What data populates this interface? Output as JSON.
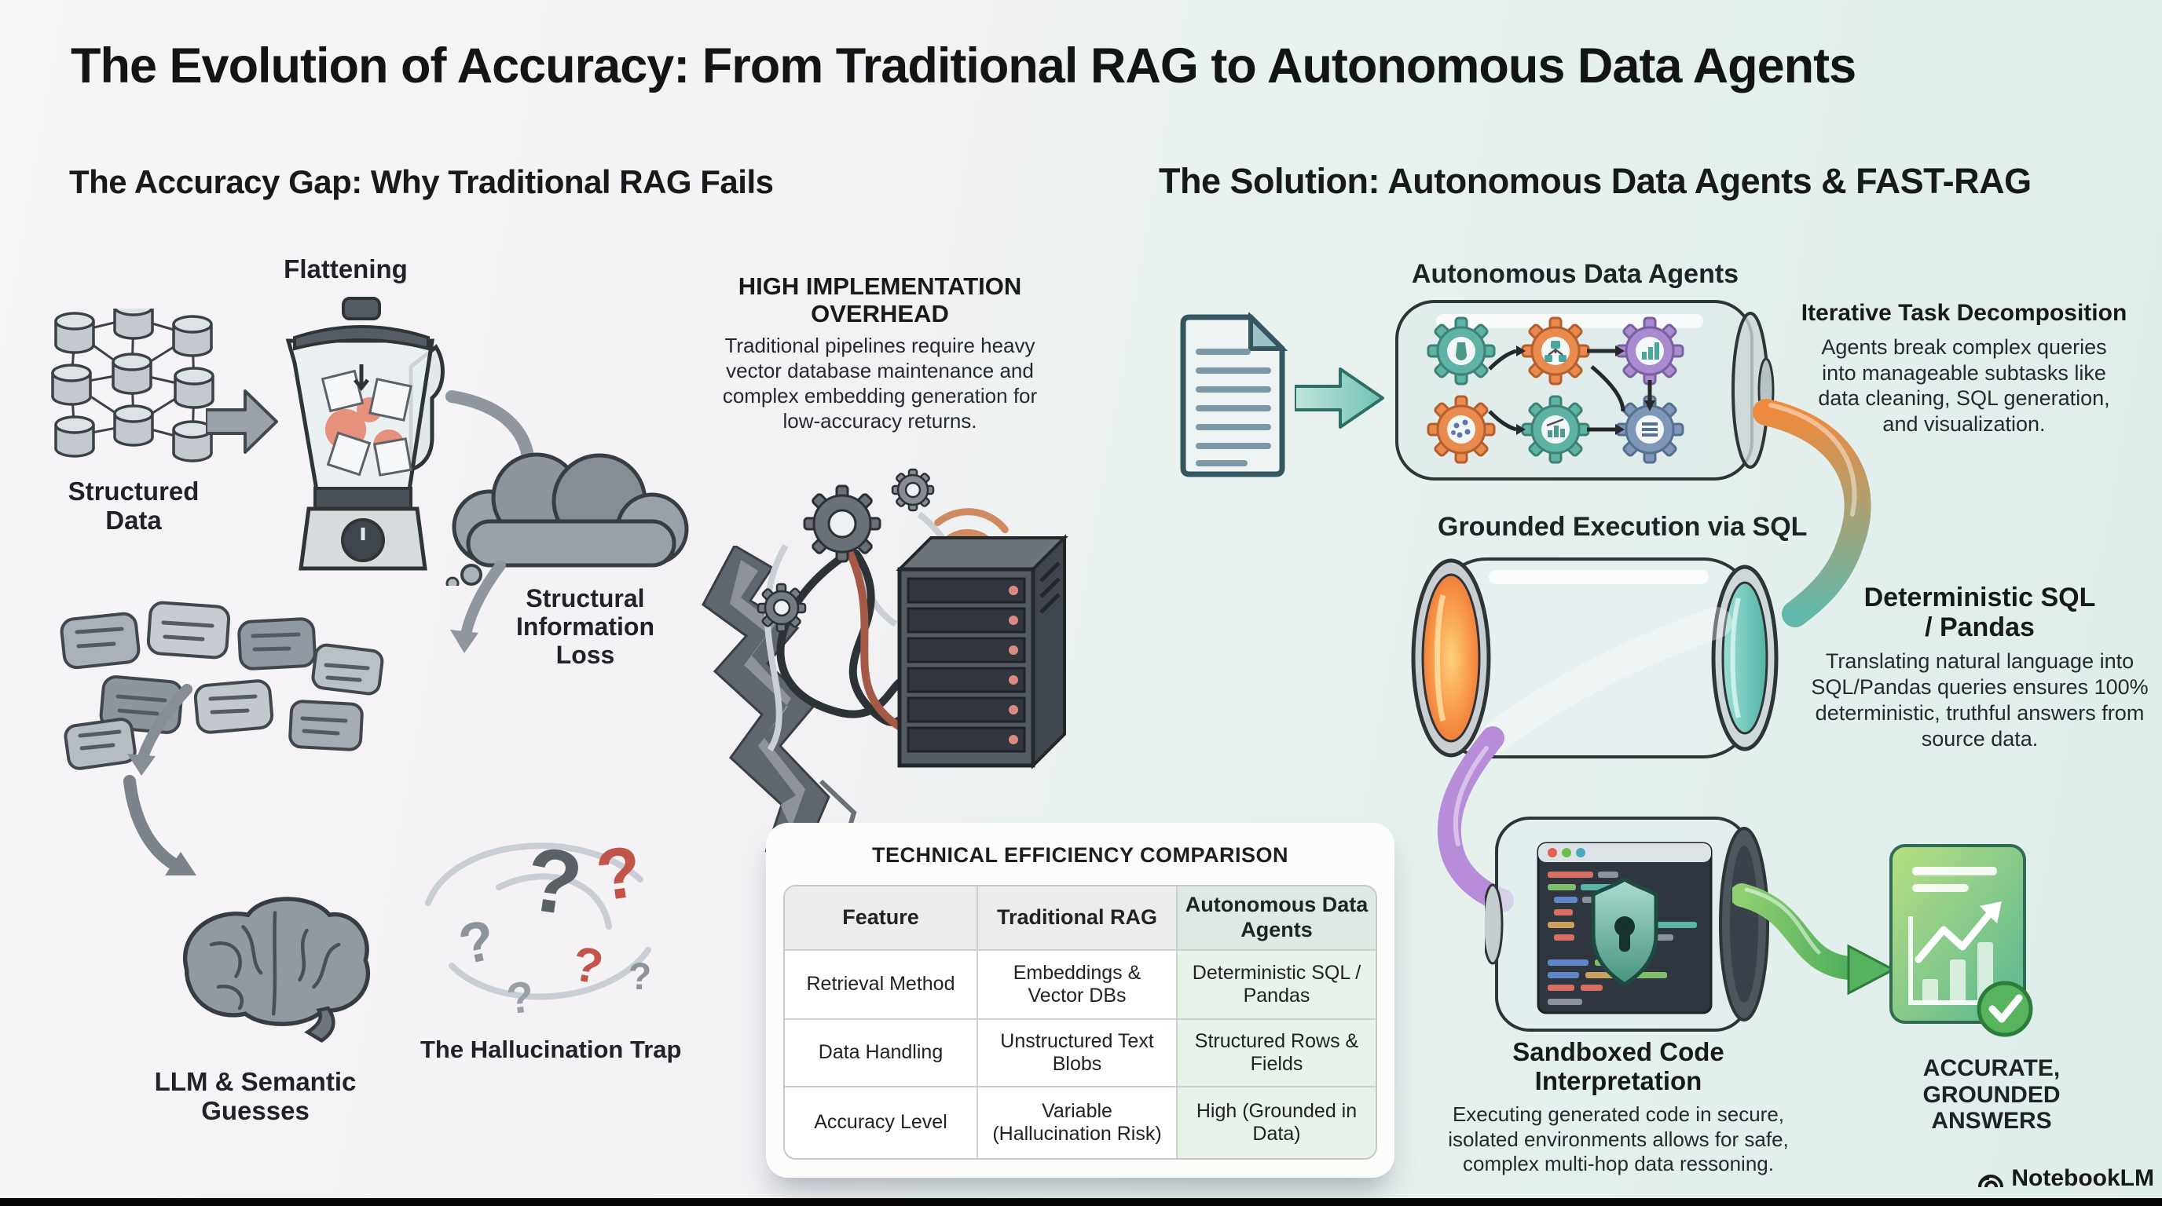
{
  "page": {
    "title": "The Evolution of Accuracy: From Traditional RAG to Autonomous Data Agents",
    "watermark": "NotebookLM"
  },
  "left": {
    "heading": "The Accuracy Gap: Why Traditional RAG Fails",
    "structured_data_label": "Structured Data",
    "flattening_label": "Flattening",
    "structural_loss_label": "Structural Information Loss",
    "llm_guesses_label": "LLM & Semantic Guesses",
    "hallucination_label": "The Hallucination Trap",
    "overhead": {
      "title": "HIGH IMPLEMENTATION OVERHEAD",
      "body": "Traditional pipelines require heavy vector database maintenance and complex embedding generation for low-accuracy returns."
    }
  },
  "table": {
    "title": "TECHNICAL EFFICIENCY COMPARISON",
    "headers": [
      "Feature",
      "Traditional RAG",
      "Autonomous Data Agents"
    ],
    "rows": [
      [
        "Retrieval Method",
        "Embeddings & Vector DBs",
        "Deterministic SQL / Pandas"
      ],
      [
        "Data Handling",
        "Unstructured Text Blobs",
        "Structured Rows & Fields"
      ],
      [
        "Accuracy Level",
        "Variable (Hallucination Risk)",
        "High (Grounded in Data)"
      ]
    ]
  },
  "right": {
    "heading": "The Solution: Autonomous Data Agents & FAST-RAG",
    "agents_label": "Autonomous Data Agents",
    "decomposition": {
      "title": "Iterative Task Decomposition",
      "body": "Agents break complex queries into manageable subtasks like data cleaning, SQL generation, and visualization."
    },
    "grounded_label": "Grounded Execution via SQL",
    "deterministic": {
      "title": "Deterministic SQL / Pandas",
      "body": "Translating natural language into SQL/Pandas queries ensures 100% deterministic, truthful answers from source data."
    },
    "sandbox": {
      "title": "Sandboxed Code Interpretation",
      "body": "Executing generated code in secure, isolated environments allows for safe, complex multi-hop data ressoning."
    },
    "answers_label": "ACCURATE, GROUNDED ANSWERS"
  },
  "colors": {
    "teal": "#5fb3a5",
    "orange": "#e98a4e",
    "purple": "#a98bd0",
    "slate_blue": "#7f96b8",
    "green": "#58b45c",
    "red_accent": "#c2554a",
    "result_card_top": "#b8df80",
    "result_card_bottom": "#58b694"
  },
  "icons": [
    "database-network-icon",
    "blender-icon",
    "storm-cloud-icon",
    "speech-fragments-icon",
    "brain-icon",
    "question-marks-icon",
    "gears-wires-server-icon",
    "wifi-icon",
    "crack-icon",
    "document-icon",
    "agents-cylinder-icon",
    "gear-icons",
    "sql-cylinder-icon",
    "sandbox-cylinder-icon",
    "shield-lock-icon",
    "code-window-icon",
    "result-chart-icon",
    "check-icon",
    "notebooklm-logo"
  ]
}
